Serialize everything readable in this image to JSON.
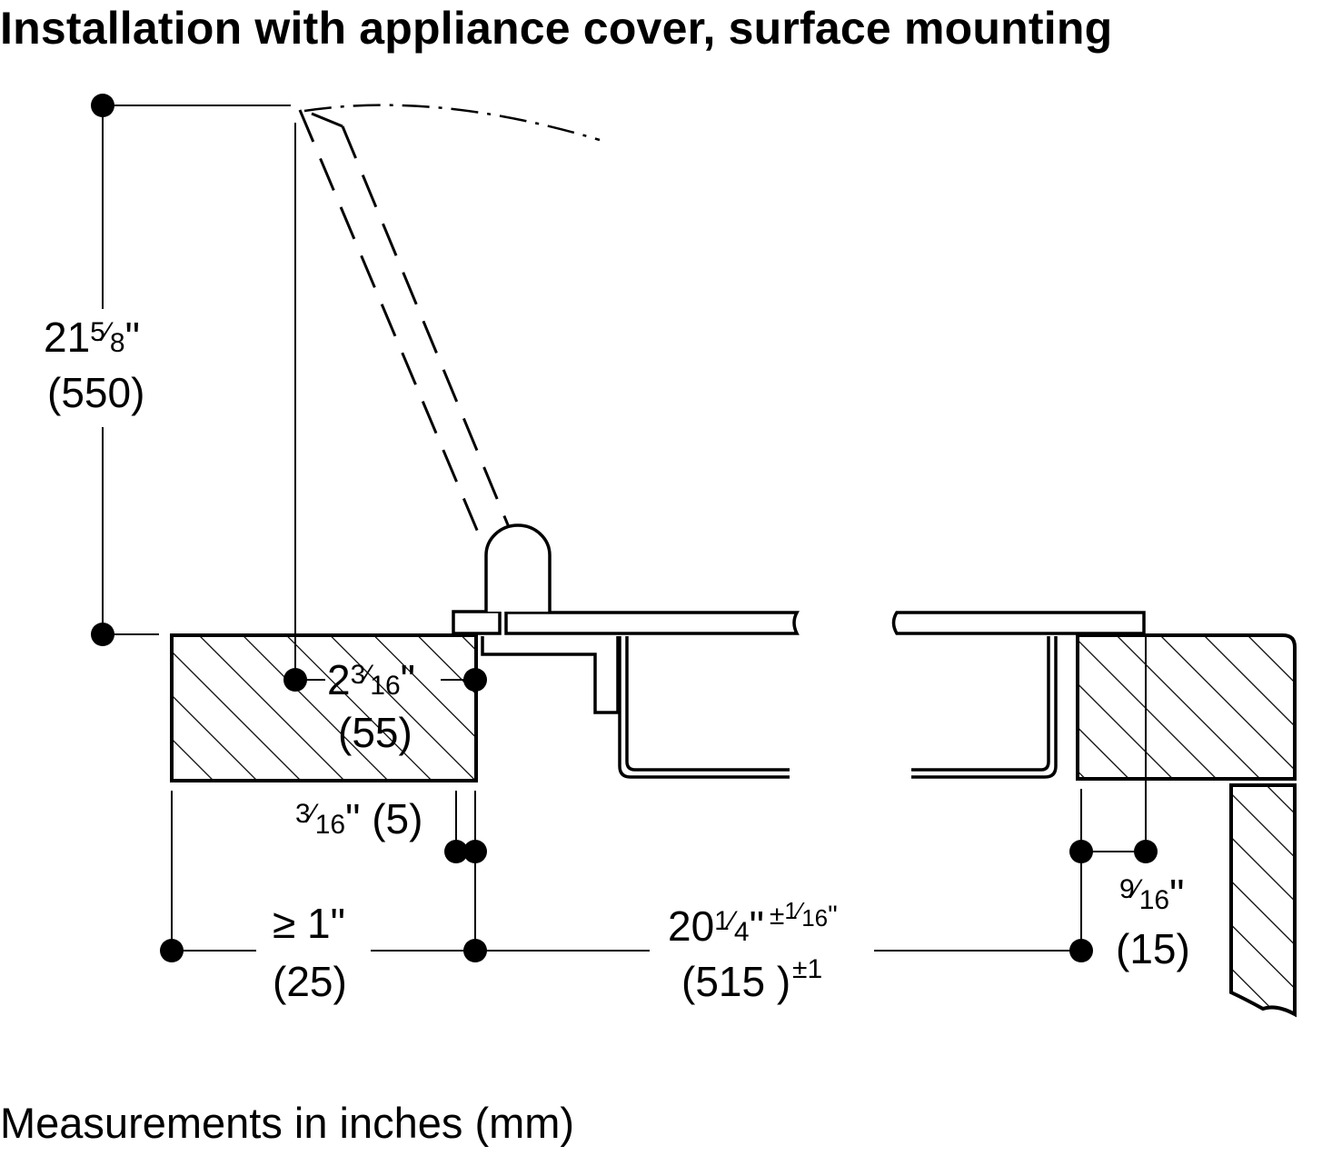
{
  "title": "Installation with appliance cover, surface mounting",
  "footer": "Measurements in inches (mm)",
  "dimensions": {
    "cover_height": {
      "whole": "21",
      "fraction_num": "5",
      "fraction_den": "8",
      "unit": "\"",
      "metric": "(550)"
    },
    "hinge_offset": {
      "whole": "2",
      "fraction_num": "3",
      "fraction_den": "16",
      "unit": "\"",
      "metric": "(55)"
    },
    "gap": {
      "fraction_num": "3",
      "fraction_den": "16",
      "unit": "\"",
      "metric": "(5)"
    },
    "edge_min": {
      "prefix": "≥ ",
      "whole": "1",
      "unit": "\"",
      "metric": "(25)"
    },
    "cutout_width": {
      "whole": "20",
      "fraction_num": "1",
      "fraction_den": "4",
      "unit": "\"",
      "tol": "±",
      "tol_num": "1",
      "tol_den": "16",
      "metric": "(515 )",
      "metric_tol": "±1"
    },
    "overlap": {
      "fraction_num": "9",
      "fraction_den": "16",
      "unit": "\"",
      "metric": "(15)"
    }
  }
}
